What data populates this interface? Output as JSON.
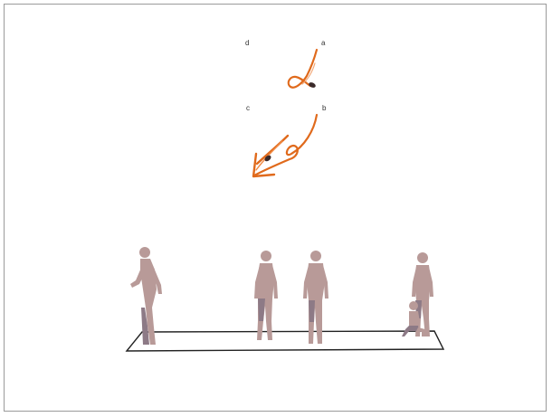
{
  "trajectories": {
    "labels": {
      "a": "a",
      "b": "b",
      "c": "c",
      "d": "d"
    },
    "stroke_color": "#e06a1c",
    "marker_color": "#3a2a2a"
  },
  "stage": {
    "outline_color": "#222222"
  },
  "figures": {
    "skin_color": "#b89a98",
    "shadow_color": "#8d7a86",
    "count": 5
  }
}
